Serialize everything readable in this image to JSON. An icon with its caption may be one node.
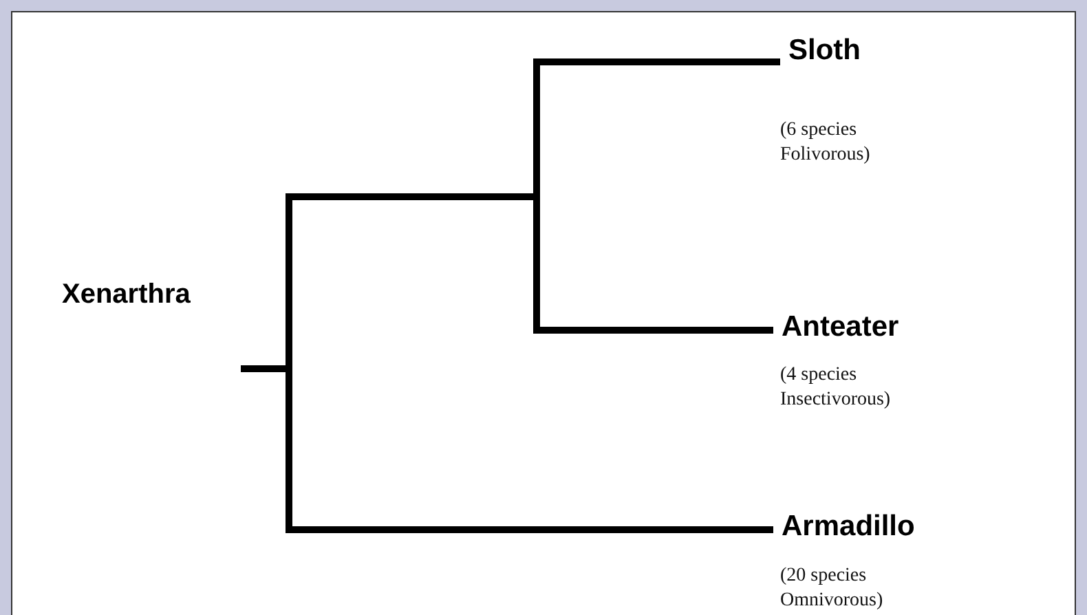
{
  "diagram": {
    "nodes": [
      {
        "text": [
          "Xenarthra"
        ]
      },
      {
        "text": [
          "Sloth"
        ],
        "beside": [
          "(6 species Folivorous)"
        ]
      },
      {
        "text": [
          "Anteater"
        ],
        "beside": [
          "(4 species Insectivorous)"
        ]
      },
      {
        "text": [
          "Armadillo"
        ],
        "beside": [
          "(20 species Omnivorous)"
        ]
      }
    ],
    "edges": [
      {
        "from": null,
        "to": 1,
        "arrow": "none"
      },
      {
        "from": null,
        "to": 2,
        "arrow": "none"
      },
      {
        "from": null,
        "to": 3,
        "arrow": "none"
      }
    ]
  }
}
